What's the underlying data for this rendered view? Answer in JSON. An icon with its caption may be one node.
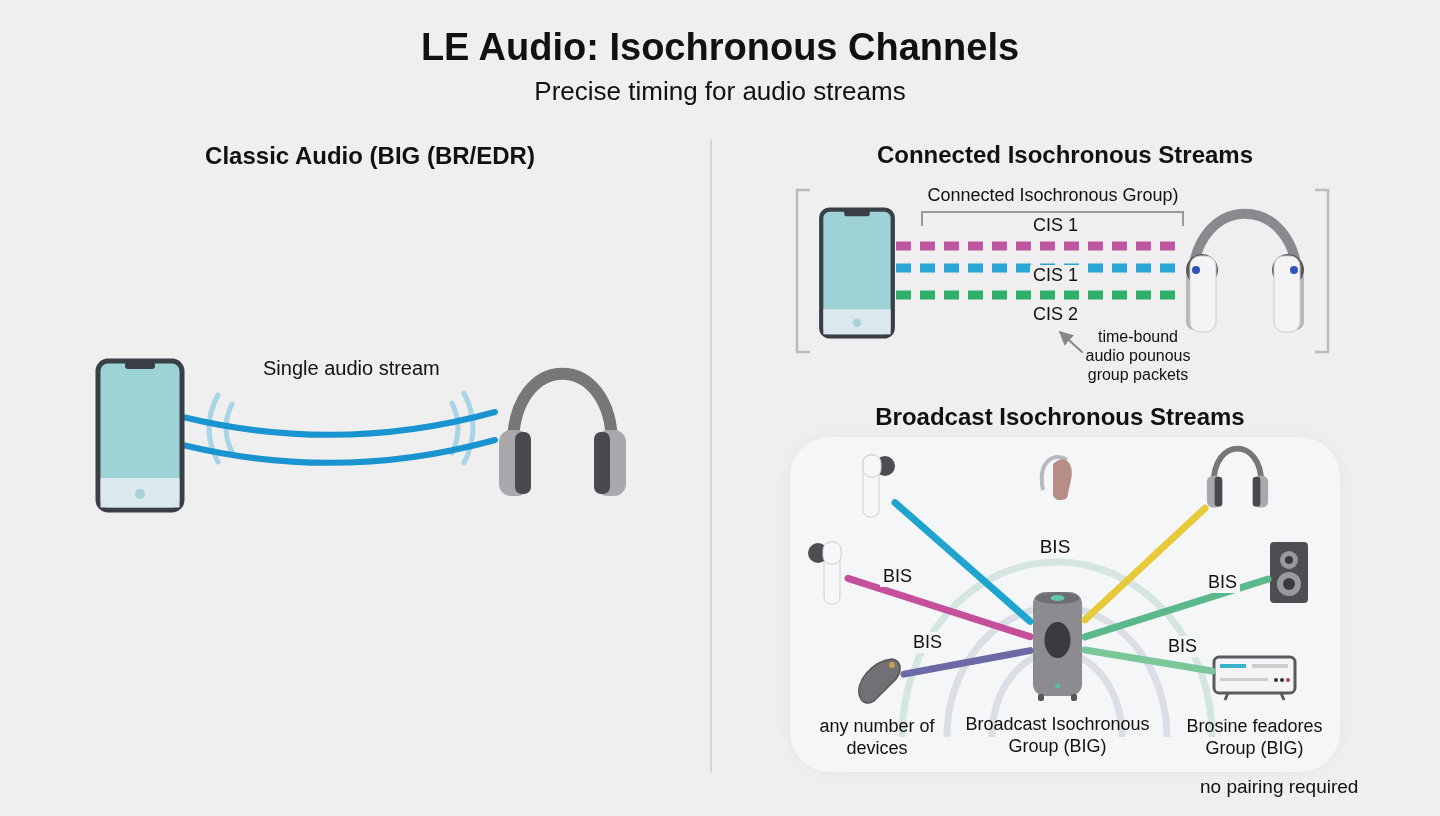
{
  "diagram": {
    "title": "LE Audio: Isochronous Channels",
    "nodes": [
      {
        "text": [],
        "shape": "picture"
      },
      {
        "text": [],
        "shape": "picture"
      },
      {
        "text": [],
        "shape": "picture"
      },
      {
        "text": [],
        "shape": "picture"
      },
      {
        "text": [],
        "shape": "box"
      },
      {
        "text": [],
        "shape": "picture",
        "in": 4
      },
      {
        "text": [],
        "shape": "picture",
        "in": 4
      },
      {
        "text": [],
        "shape": "picture",
        "in": 4
      },
      {
        "text": [],
        "shape": "picture",
        "in": 4
      },
      {
        "text": [],
        "shape": "picture",
        "in": 4
      },
      {
        "text": [],
        "shape": "picture",
        "in": 4,
        "beside": [
          "any number of devices"
        ]
      },
      {
        "text": [],
        "shape": "picture",
        "in": 4,
        "beside": [
          "Broadcast Isochronous Group (BIG)"
        ]
      },
      {
        "text": [],
        "shape": "picture",
        "in": 4,
        "beside": [
          "Brosine feadores Group (BIG)"
        ]
      },
      {
        "text": [
          "time-bound audio pounous group packets"
        ]
      }
    ],
    "edges": [
      {
        "from": 0,
        "to": 1,
        "arrow": "none",
        "label": "Single audio stream",
        "color": "#1a93d1"
      },
      {
        "from": 2,
        "to": 3,
        "arrow": "none",
        "label": "CIS 1",
        "style": "dashed",
        "color": "#c0559f"
      },
      {
        "from": 2,
        "to": 3,
        "arrow": "none",
        "label": "CIS 1",
        "style": "dashed",
        "color": "#2aa6d6"
      },
      {
        "from": 2,
        "to": 3,
        "arrow": "none",
        "label": "CIS 2",
        "style": "dashed",
        "color": "#2fae6c"
      },
      {
        "from": 13,
        "to": null,
        "arrow": "to",
        "color": "#888888"
      },
      {
        "from": 11,
        "to": 5,
        "arrow": "none",
        "color": "#1fa3cf"
      },
      {
        "from": 11,
        "to": 8,
        "arrow": "none",
        "label": "BIS",
        "color": "#c4509c"
      },
      {
        "from": 11,
        "to": 10,
        "arrow": "none",
        "label": "BIS",
        "color": "#6b6aa6"
      },
      {
        "from": 11,
        "to": 7,
        "arrow": "none",
        "color": "#e8c93a"
      },
      {
        "from": 11,
        "to": 9,
        "arrow": "none",
        "label": "BIS",
        "color": "#5bb88a"
      },
      {
        "from": 11,
        "to": 12,
        "arrow": "none",
        "label": "BIS",
        "color": "#7cc79a"
      }
    ],
    "labels": [
      "Precise timing for audio streams",
      "Classic Audio (BIG (BR/EDR)",
      "Connected Isochronous Streams",
      "Connected Isochronous Group)",
      "Broadcast Isochronous Streams",
      "BIS",
      "no pairing required"
    ]
  }
}
